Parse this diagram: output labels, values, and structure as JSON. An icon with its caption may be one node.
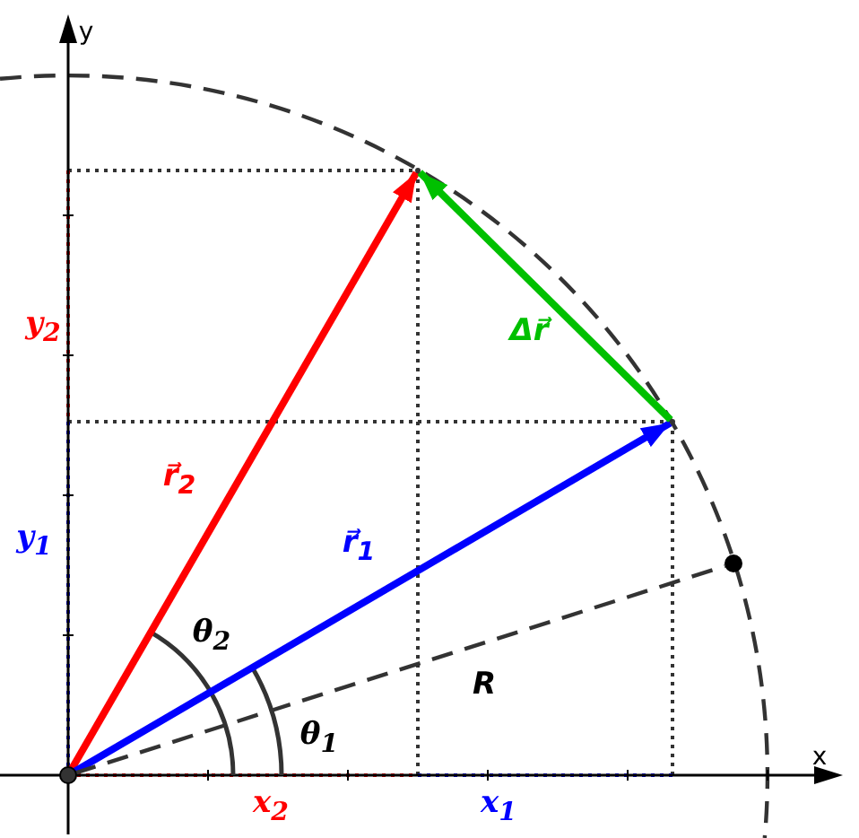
{
  "diagram": {
    "nodes": [
      {
        "text": [],
        "shape": "circle"
      },
      {
        "text": [],
        "shape": "point"
      },
      {
        "text": [],
        "shape": "point"
      },
      {
        "text": [],
        "shape": "circle"
      }
    ],
    "edges": [
      {
        "from": 0,
        "to": 1,
        "arrow": "to",
        "label": "r⃗$_{2}$",
        "color": "#ff0000"
      },
      {
        "from": 0,
        "to": 2,
        "arrow": "to",
        "label": "r⃗$_{1}$",
        "color": "#0000ff"
      },
      {
        "from": 2,
        "to": 1,
        "arrow": "to",
        "label": "Δr⃗",
        "color": "#00c000"
      },
      {
        "from": 0,
        "to": 3,
        "arrow": "none",
        "label": "R",
        "style": "dashed",
        "color": "#333333"
      }
    ],
    "labels": [
      "y",
      "y$_{2}$",
      "y$_{1}$",
      "θ$_{2}$",
      "θ$_{1}$",
      "x",
      "x$_{2}$",
      "x$_{1}$"
    ]
  }
}
